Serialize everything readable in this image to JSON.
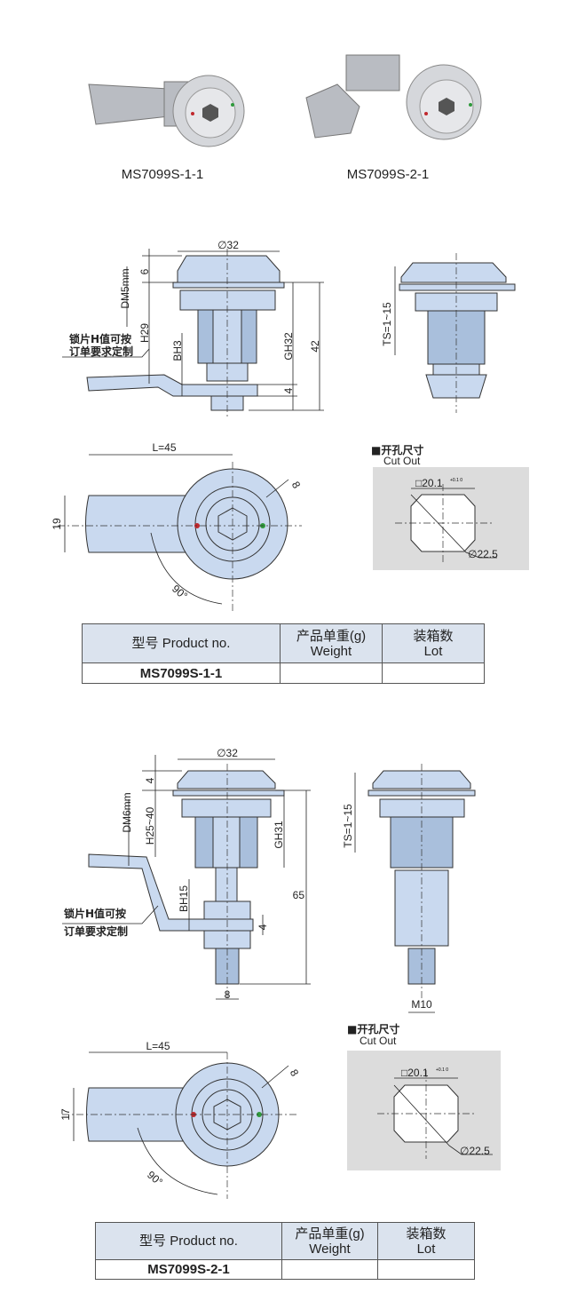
{
  "products": [
    {
      "model": "MS7099S-1-1"
    },
    {
      "model": "MS7099S-2-1"
    }
  ],
  "drawing1": {
    "diameter": "∅32",
    "head": "6",
    "dm": "DM5mm",
    "h": "H29",
    "bh": "BH3",
    "gh": "GH32",
    "total": "42",
    "thk": "4",
    "note1": "锁片H值可按",
    "note2": "订单要求定制",
    "ts": "TS=1~15",
    "length": "L=45",
    "width": "19",
    "slot": "8",
    "angle": "90°"
  },
  "drawing2": {
    "diameter": "∅32",
    "head": "4",
    "dm": "DM6mm",
    "h": "H25~40",
    "bh": "BH15",
    "gh": "GH31",
    "total": "65",
    "thk": "4",
    "shaft": "8",
    "note1": "锁片H值可按",
    "note2": "订单要求定制",
    "ts": "TS=1~15",
    "thread": "M10",
    "length": "L=45",
    "width": "17",
    "slot": "8",
    "angle": "90°"
  },
  "cutout": {
    "title_cn": "■开孔尺寸",
    "title_en": "Cut Out",
    "square": "□20.1",
    "tol": "+0.1 0",
    "dia": "∅22.5"
  },
  "tables": [
    {
      "headers": [
        [
          "型号 Product no.",
          ""
        ],
        [
          "产品单重(g)",
          "Weight"
        ],
        [
          "装箱数",
          "Lot"
        ]
      ],
      "row": [
        "MS7099S-1-1",
        "",
        ""
      ]
    },
    {
      "headers": [
        [
          "型号 Product no.",
          ""
        ],
        [
          "产品单重(g)",
          "Weight"
        ],
        [
          "装箱数",
          "Lot"
        ]
      ],
      "row": [
        "MS7099S-2-1",
        "",
        ""
      ]
    }
  ],
  "colors": {
    "part": "#c9d9ef",
    "table_header": "#dbe3ee",
    "cutout_bg": "#dcdcdc",
    "red_dot": "#c0282d",
    "green_dot": "#2f9a3c"
  }
}
